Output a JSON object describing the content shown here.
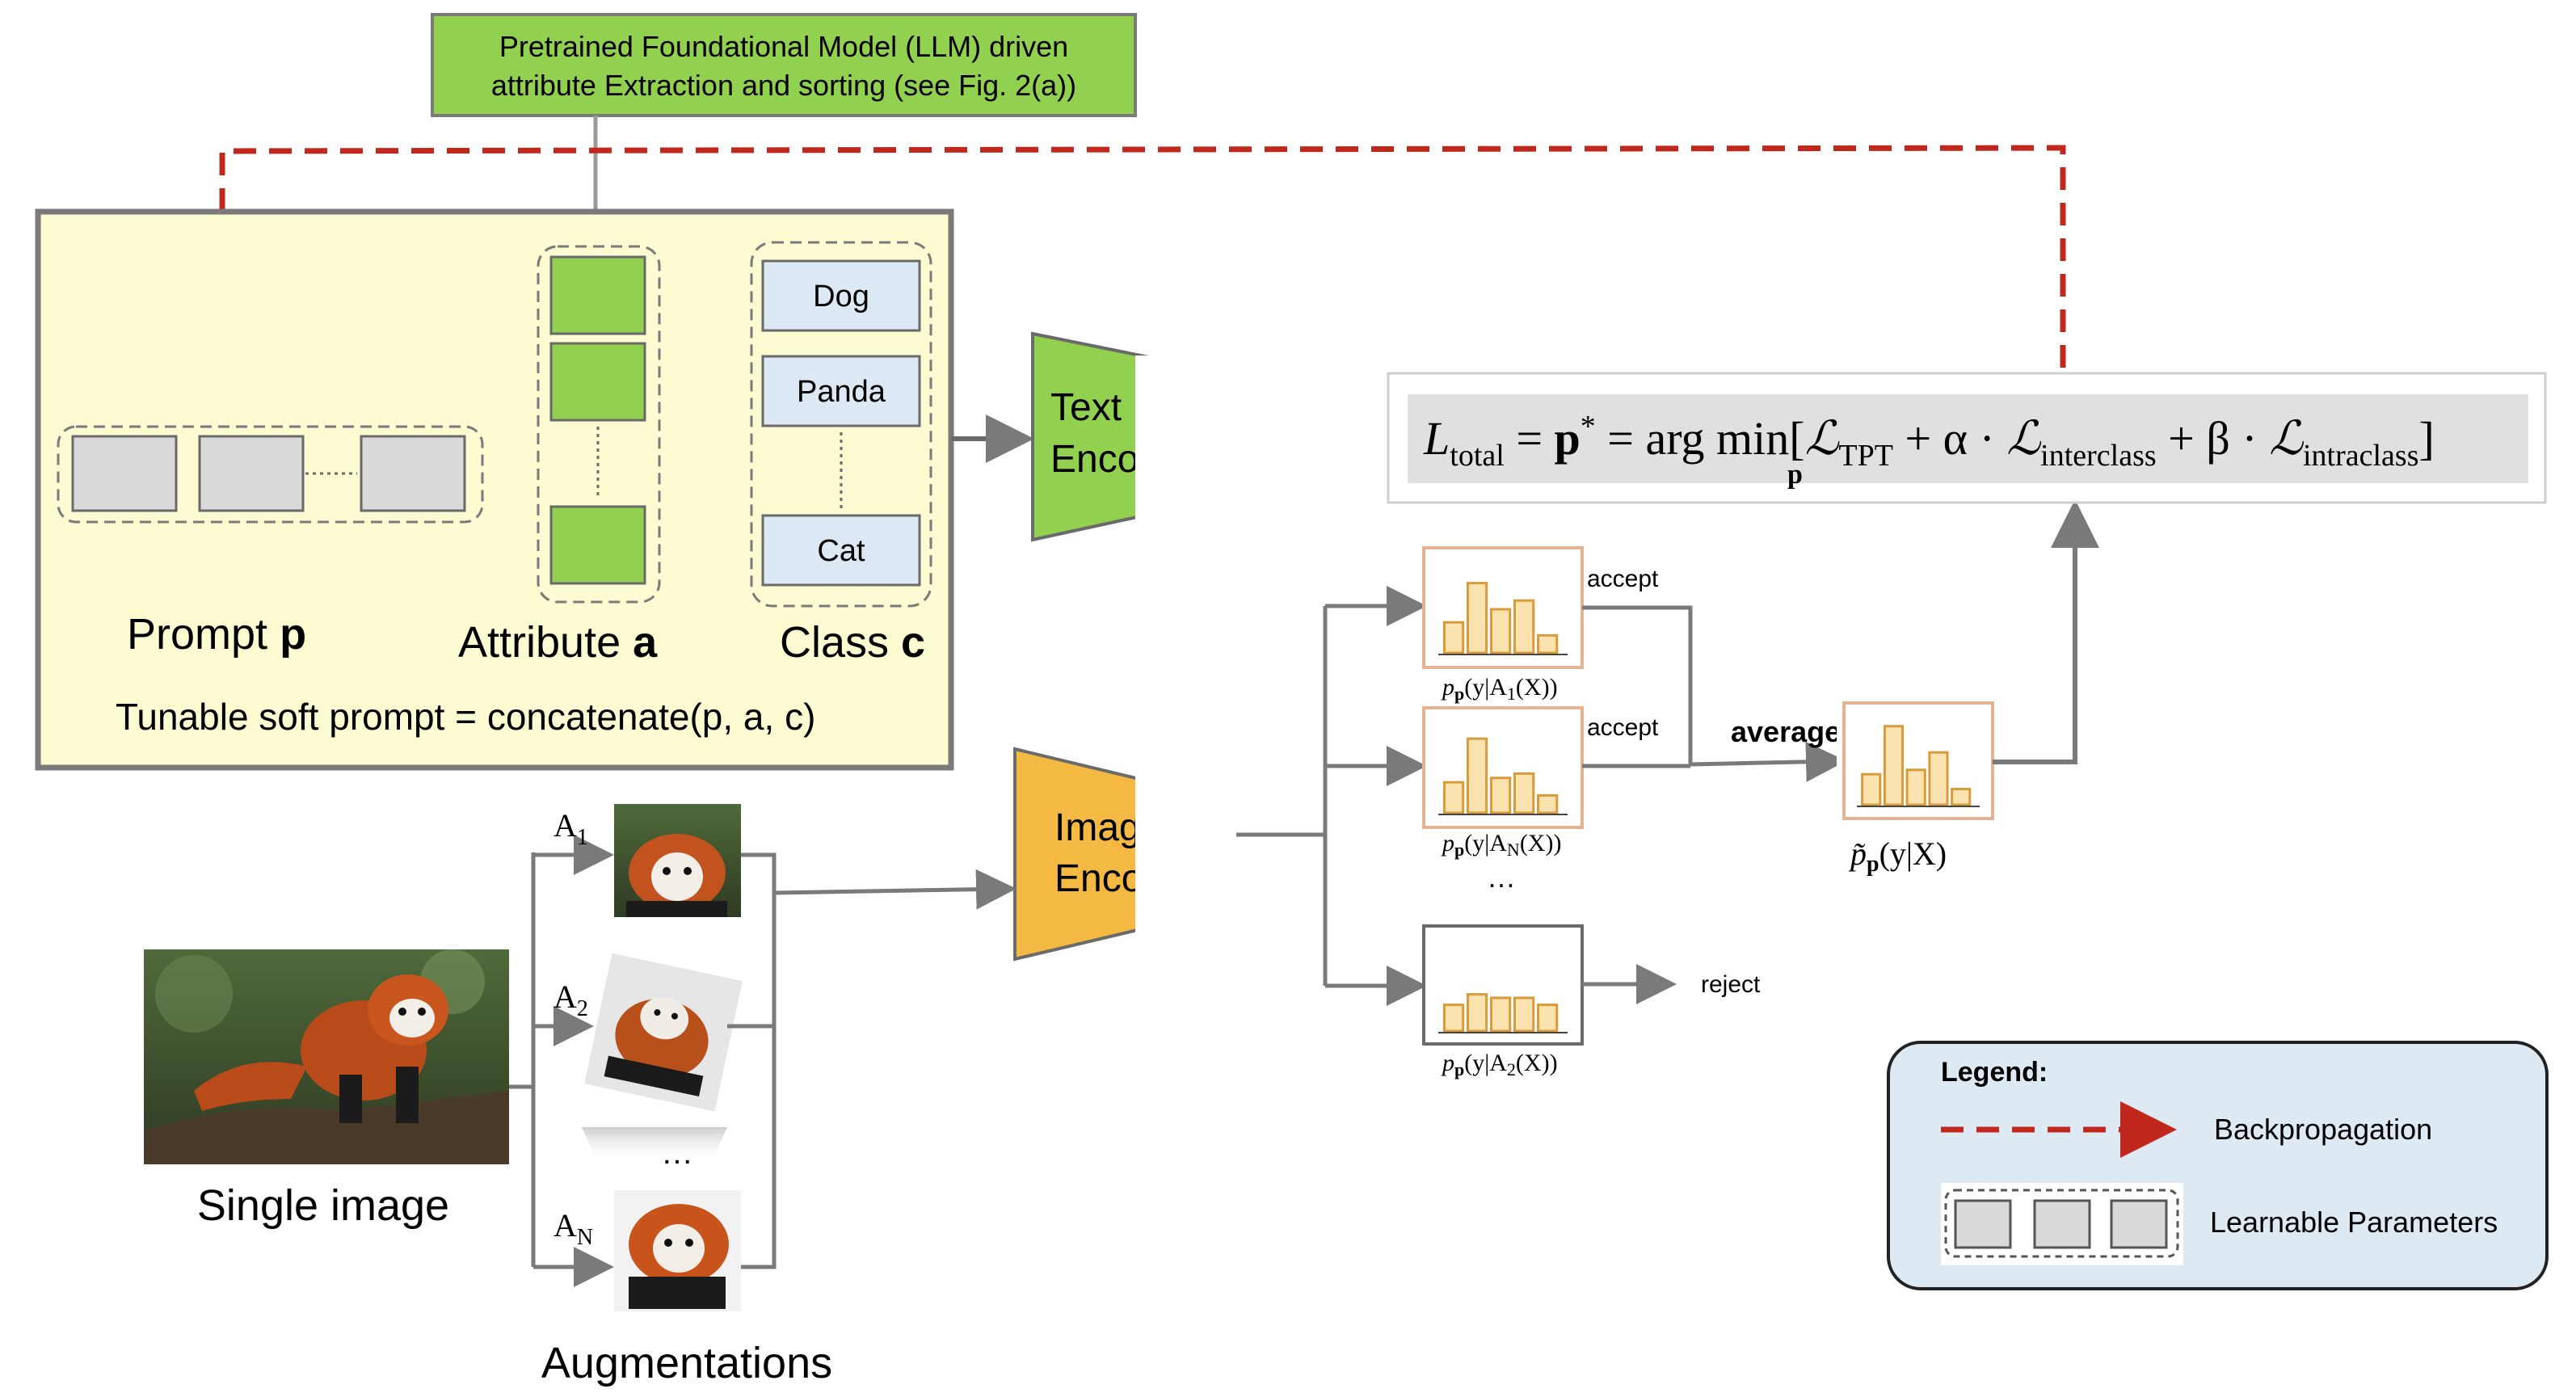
{
  "llm_box": {
    "line1": "Pretrained Foundational Model (LLM) driven",
    "line2": "attribute Extraction and sorting (see Fig. 2(a))"
  },
  "prompt_panel": {
    "prompt_label": "Prompt ",
    "prompt_var": "p",
    "attribute_label": "Attribute ",
    "attribute_var": "a",
    "class_label": "Class ",
    "class_var": "c",
    "caption": "Tunable soft prompt = concatenate(p, a, c)",
    "classes": [
      "Dog",
      "Panda",
      "Cat"
    ]
  },
  "text_encoder": {
    "line1": "Text",
    "line2": "Encoder"
  },
  "image_encoder": {
    "line1": "Image",
    "line2": "Encoder"
  },
  "loss": {
    "lhs": "L",
    "lhs_sub": "total",
    "equals": " = ",
    "p_star": "p",
    "star": "*",
    "argmin": "arg min",
    "argmin_sub": "p",
    "open": "[",
    "l1": "ℒ",
    "l1_sub": "TPT",
    "plus1": " + α · ",
    "l2": "ℒ",
    "l2_sub": "interclass",
    "plus2": " + β · ",
    "l3": "ℒ",
    "l3_sub": "intraclass",
    "close": "]"
  },
  "augmentation": {
    "a1": "A",
    "a1_sub": "1",
    "a2": "A",
    "a2_sub": "2",
    "an": "A",
    "an_sub": "N",
    "dots": "…",
    "single_image": "Single image",
    "augmentations": "Augmentations"
  },
  "histograms": {
    "h1_label": "p",
    "h1_label_sub": "p",
    "h1_arg": "(y|A",
    "h1_arg_sub": "1",
    "h1_arg_end": "(X))",
    "h2_label": "p",
    "h2_label_sub": "p",
    "h2_arg": "(y|A",
    "h2_arg_sub": "N",
    "h2_arg_end": "(X))",
    "h3_label": "p",
    "h3_label_sub": "p",
    "h3_arg": "(y|A",
    "h3_arg_sub": "2",
    "h3_arg_end": "(X))",
    "avg_label": "p̃",
    "avg_label_sub": "p",
    "avg_arg": "(y|X)",
    "dots": "…",
    "accept1": "accept",
    "accept2": "accept",
    "reject": "reject",
    "average": "average",
    "bars_h1": [
      0.35,
      0.8,
      0.5,
      0.6,
      0.2
    ],
    "bars_h2": [
      0.35,
      0.85,
      0.4,
      0.45,
      0.2
    ],
    "bars_h3": [
      0.3,
      0.42,
      0.38,
      0.38,
      0.3
    ],
    "bars_avg": [
      0.35,
      0.9,
      0.4,
      0.6,
      0.18
    ]
  },
  "legend": {
    "title": "Legend:",
    "backprop": "Backpropagation",
    "learnable": "Learnable Parameters"
  },
  "colors": {
    "green": "#92d050",
    "orange": "#f4b942",
    "yellow_panel": "#fdfbd2",
    "class_box": "#dde8f5",
    "gray_box": "#d9d9d9",
    "backprop": "#c0281e",
    "legend_bg": "#dde9f3",
    "bar_fill": "#fbe3b0",
    "bar_stroke": "#d99a3a"
  }
}
